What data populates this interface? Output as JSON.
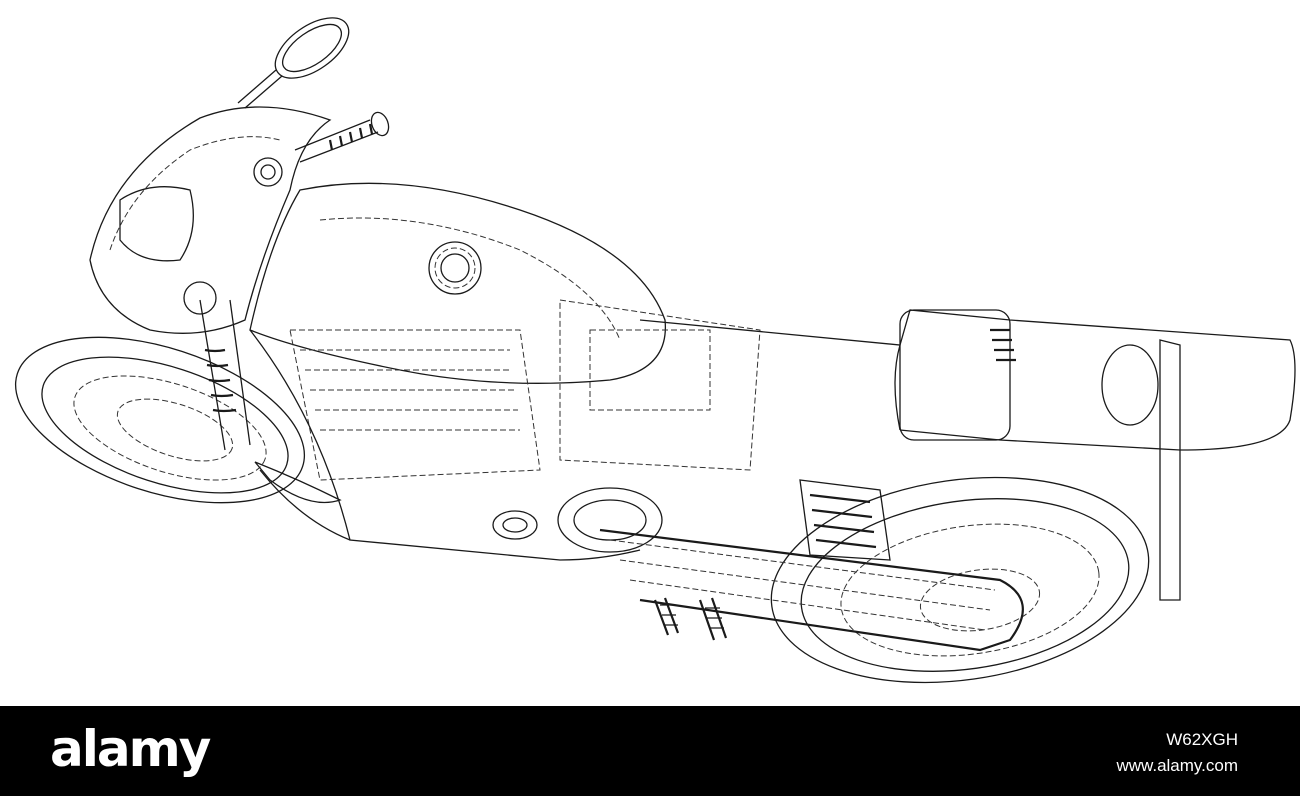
{
  "watermark": {
    "logo_text": "alamy",
    "image_id": "W62XGH",
    "site": "www.alamy.com"
  },
  "colors": {
    "background": "#ffffff",
    "line": "#1a1a1a",
    "footer": "#000000",
    "footer_text": "#ffffff"
  }
}
